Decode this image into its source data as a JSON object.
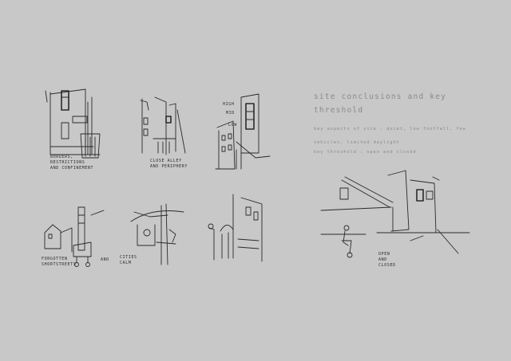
{
  "title": "site conclusions and key threshold",
  "key_aspects": "key aspects of site : quiet, low footfall, few vehicles, limited daylight",
  "key_threshold": "key threshold : open and closed",
  "sketch_notes": {
    "s1": "BORDERS,\nRESTRICTIONS\nAND CONFINEMENT",
    "s2": "CLOSE ALLEY\nAND PERIPHERY",
    "s3_a": "HIGH",
    "s3_b": "MID",
    "s3_c": "LOW",
    "s4": "FORGOTTEN\nSHORTSTREETS",
    "s4_b": "AND",
    "s5": "CITIES\nCALM",
    "s7": "OPEN\nAND\nCLOSED"
  }
}
